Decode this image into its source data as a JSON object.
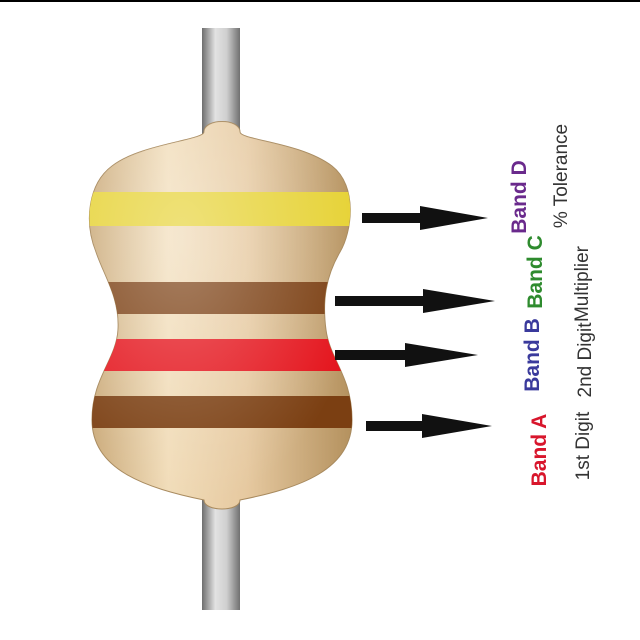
{
  "colors": {
    "band_a": "#7b3f12",
    "band_b": "#e4141c",
    "band_c": "#7b3f12",
    "band_d": "#e6d234",
    "band_a_label": "#d8162c",
    "band_b_label": "#3a3a9c",
    "band_c_label": "#2e8b2e",
    "band_d_label": "#6a2a8c",
    "body": "#e3c9a0",
    "lead": "#b8b8b8",
    "arrow": "#111111"
  },
  "bands": [
    {
      "id": "a",
      "name": "Band A",
      "description": "1st Digit"
    },
    {
      "id": "b",
      "name": "Band B",
      "description": "2nd Digit"
    },
    {
      "id": "c",
      "name": "Band C",
      "description": "Multiplier"
    },
    {
      "id": "d",
      "name": "Band D",
      "description": "% Tolerance"
    }
  ]
}
